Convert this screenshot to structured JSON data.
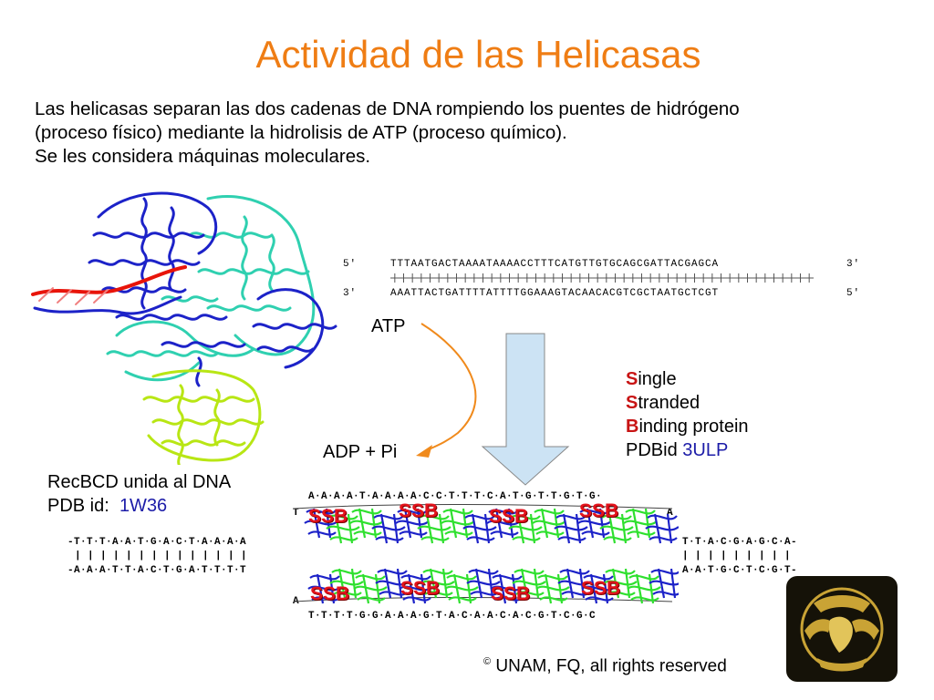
{
  "title": "Actividad de las Helicasas",
  "intro": [
    "Las helicasas separan las dos cadenas de DNA rompiendo los puentes de hidrógeno",
    "(proceso físico) mediante la hidrolisis de ATP (proceso químico).",
    "Se les considera máquinas moleculares."
  ],
  "dna_top": {
    "prime_left": "5′",
    "sequence": "TTTAATGACTAAAATAAAACCTTTCATGTTGTGCAGCGATTACGAGCA",
    "prime_right": "3′"
  },
  "dna_bottom": {
    "prime_left": "3′",
    "sequence": "AAATTACTGATTTTATTTTGGAAAGTACAACACGTCGCTAATGCTCGT",
    "prime_right": "5′"
  },
  "atp_label": "ATP",
  "adp_label": "ADP + Pi",
  "ssb_legend": {
    "l1_initial": "S",
    "l1_rest": "ingle",
    "l2_initial": "S",
    "l2_rest": "tranded",
    "l3_initial": "B",
    "l3_rest": "inding protein",
    "pdb_prefix": "PDBid",
    "pdb_id": "3ULP"
  },
  "recbcd": {
    "line1": "RecBCD unida al DNA",
    "pdb_prefix": "PDB id:",
    "pdb_id": "1W36"
  },
  "left_duplex": {
    "top": "-T·T·T·A·A·T·G·A·C·T·A·A·A·A",
    "bars": "| | | | | | | | | | | | | |",
    "bottom": "-A·A·A·T·T·A·C·T·G·A·T·T·T·T"
  },
  "right_duplex": {
    "top": "T·T·A·C·G·A·G·C·A-",
    "bars": "| | | | | | | | |",
    "bottom": "A·A·T·G·C·T·C·G·T-"
  },
  "ss_top_strand": "A·A·A·A·T·A·A·A·A·C·C·T·T·T·C·A·T·G·T·T·G·T·G·",
  "ss_bottom_strand": "T·T·T·T·G·G·A·A·A·G·T·A·C·A·A·C·A·C·G·T·C·G·C",
  "end_t": "T",
  "end_a_top": "A",
  "end_a_bottom": "A",
  "ssb_label": "SSB",
  "copyright_symbol": "©",
  "copyright": "UNAM, FQ, all rights reserved",
  "colors": {
    "title": "#ef7d14",
    "arrow_orange": "#f08a1c",
    "big_arrow_fill": "#cce3f4",
    "ssb_red": "#e3131c",
    "pdb_blue": "#1c1ca8",
    "protein_blue": "#1c22c8",
    "protein_cyan": "#2fd0b0",
    "protein_lime": "#b8e614",
    "ssb_green": "#2ee02e"
  }
}
